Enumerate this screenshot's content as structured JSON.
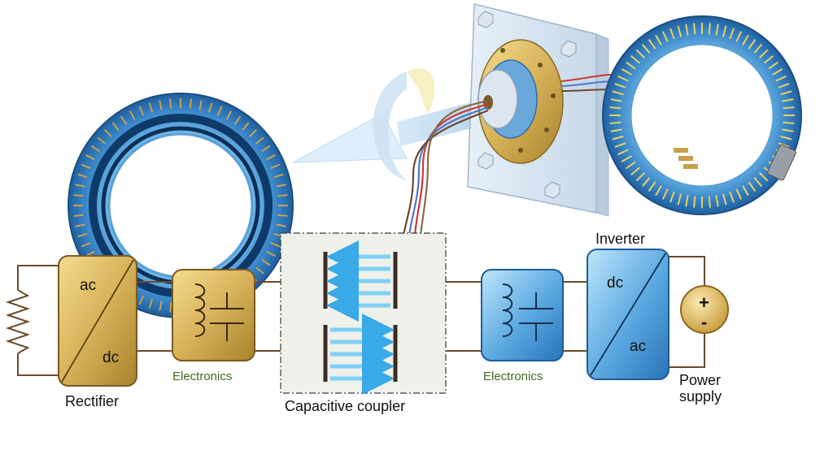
{
  "labels": {
    "rectifier": "Rectifier",
    "electronics_left": "Electronics",
    "capacitive_coupler": "Capacitive coupler",
    "electronics_right": "Electronics",
    "inverter": "Inverter",
    "power_supply_line1": "Power",
    "power_supply_line2": "supply"
  },
  "rectifier_box": {
    "top": "ac",
    "bottom": "dc"
  },
  "inverter_box": {
    "top": "dc",
    "bottom": "ac"
  },
  "battery": {
    "plus": "+",
    "minus": "-"
  },
  "colors": {
    "gold": "#c9a24a",
    "blue": "#3f8fd0",
    "wire": "#6b4a2a",
    "electronics_label": "#3c6e1e",
    "ring_blue": "#2f7fc0",
    "field_blue": "#7fd0f5"
  },
  "icons": [
    "resistor-icon",
    "inductor-icon",
    "capacitor-icon",
    "rotation-arrow-icon",
    "slip-ring-icon"
  ]
}
